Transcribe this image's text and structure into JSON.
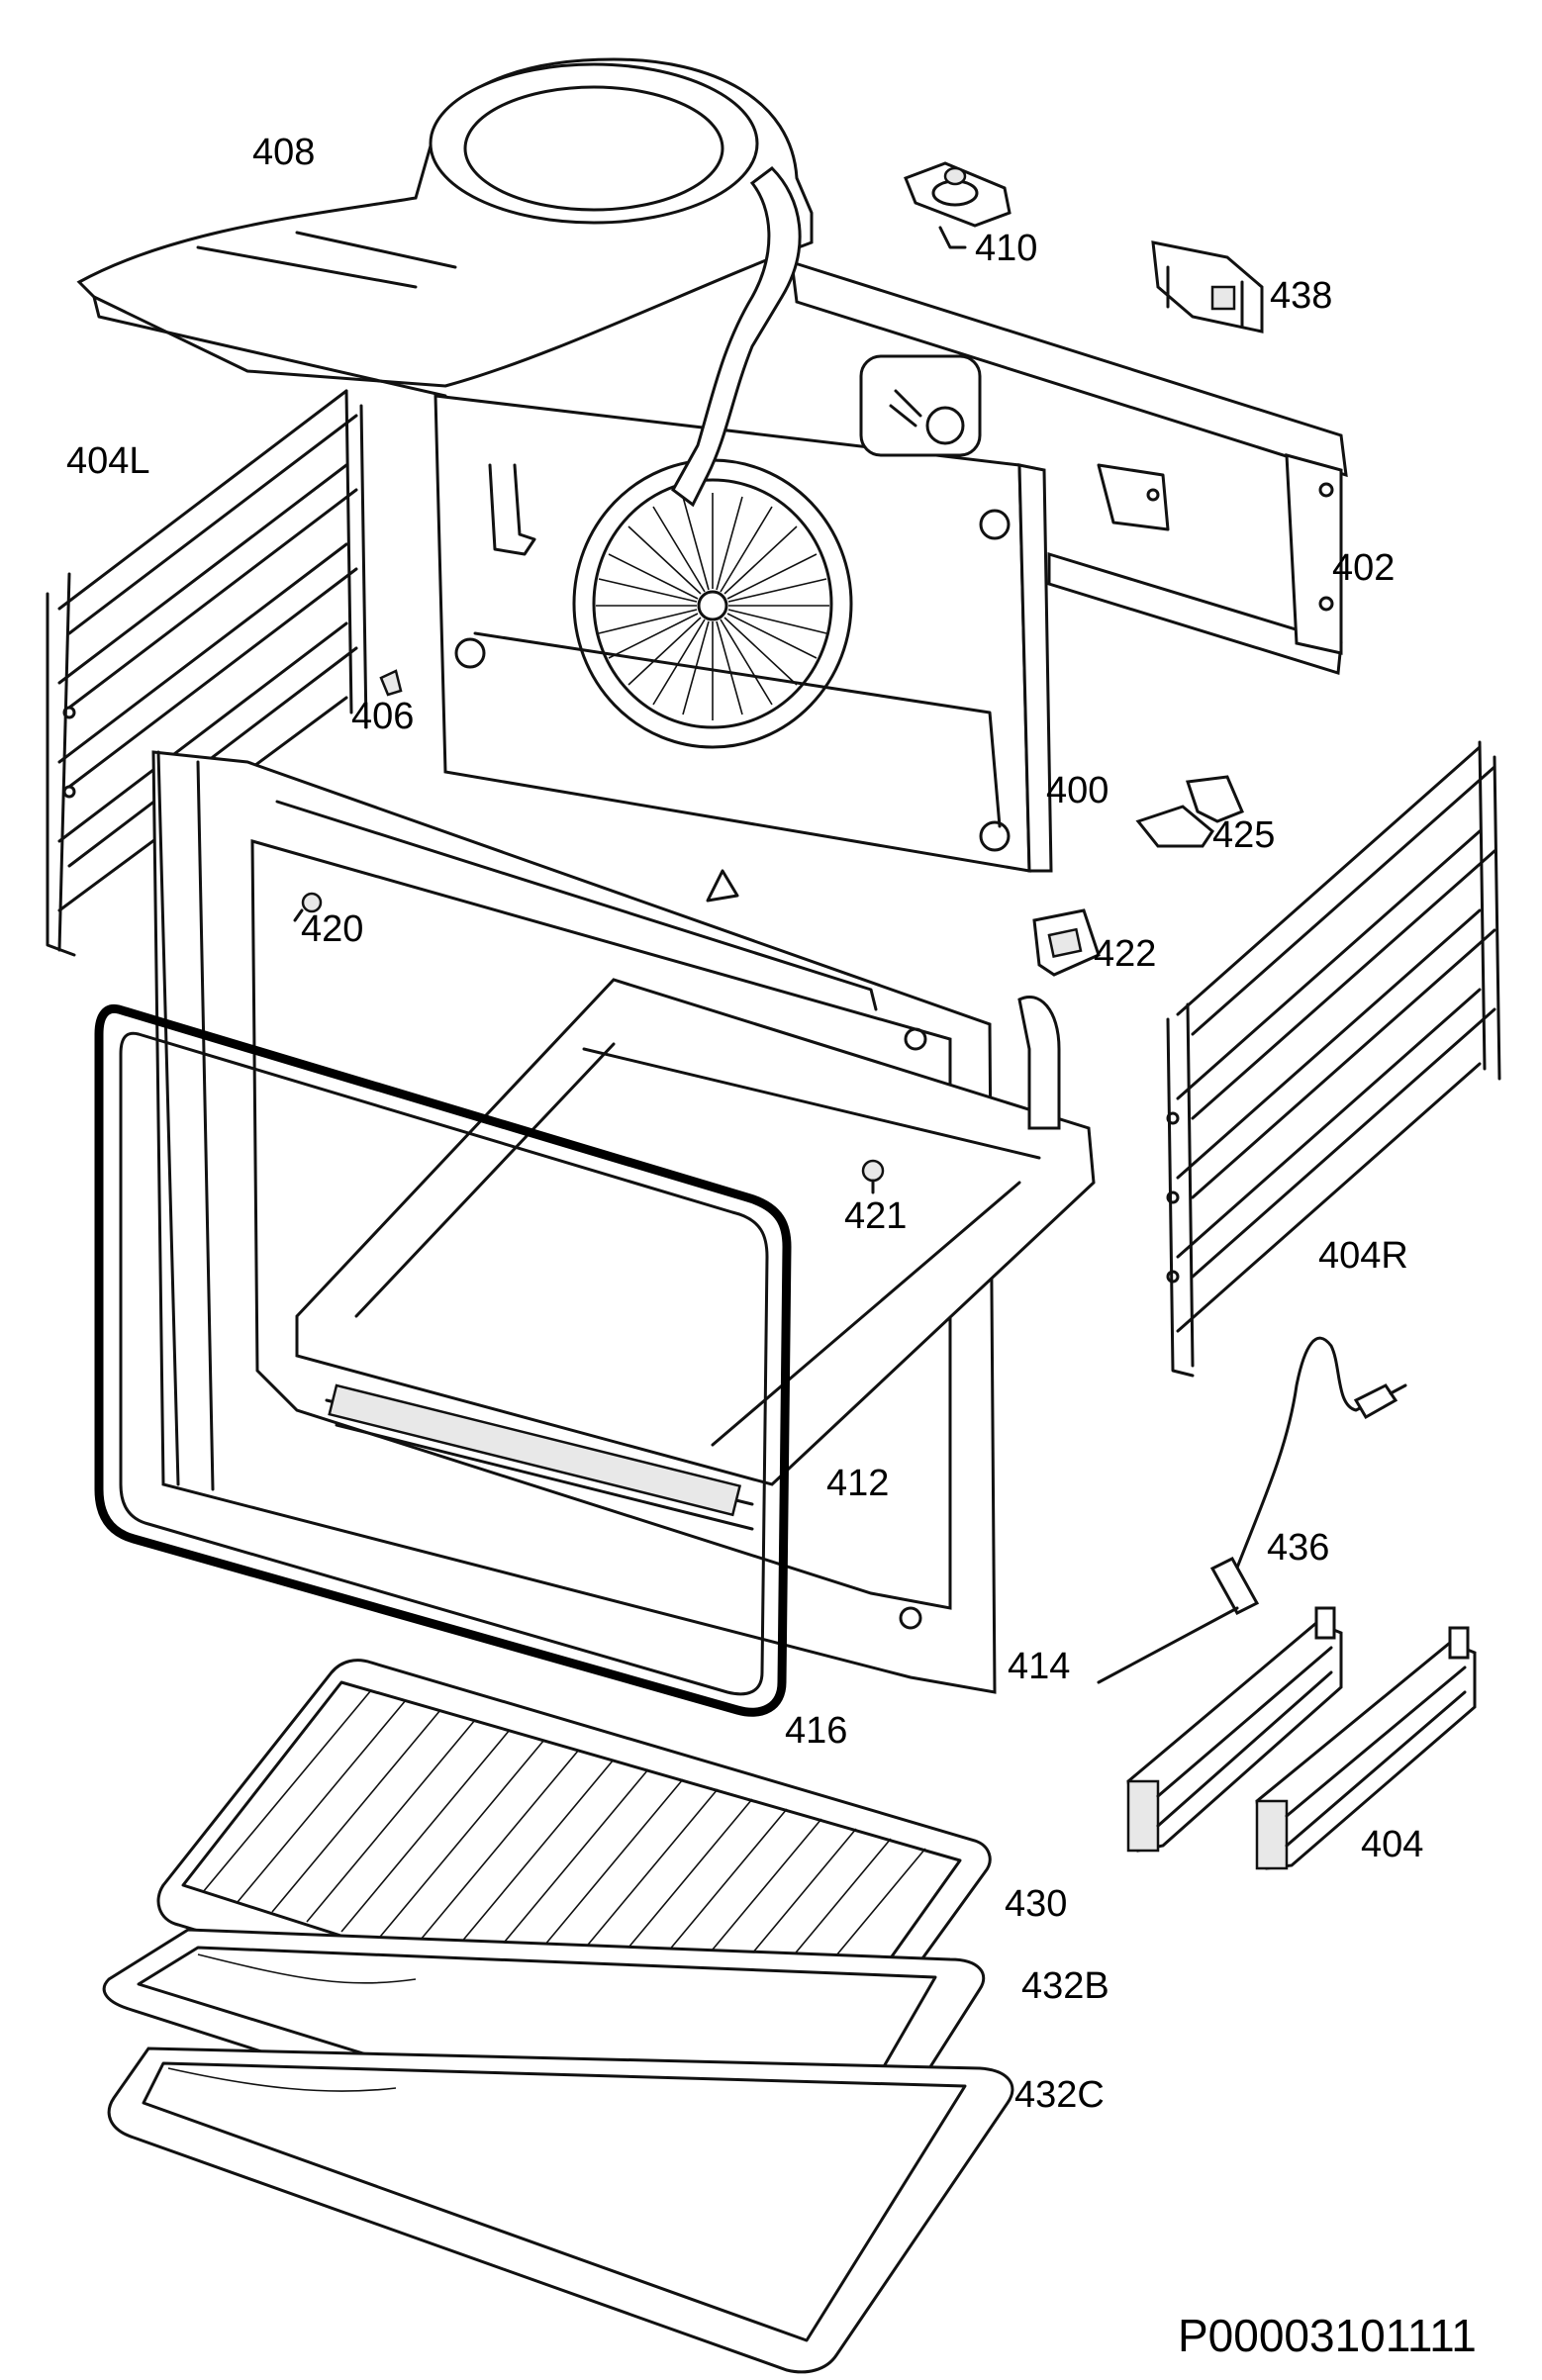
{
  "diagram": {
    "labels": [
      {
        "id": "p408",
        "text": "408"
      },
      {
        "id": "p410",
        "text": "410"
      },
      {
        "id": "p438",
        "text": "438"
      },
      {
        "id": "p404L",
        "text": "404L"
      },
      {
        "id": "p402",
        "text": "402"
      },
      {
        "id": "p406",
        "text": "406"
      },
      {
        "id": "p400",
        "text": "400"
      },
      {
        "id": "p425",
        "text": "425"
      },
      {
        "id": "p420",
        "text": "420"
      },
      {
        "id": "p422",
        "text": "422"
      },
      {
        "id": "p421",
        "text": "421"
      },
      {
        "id": "p404R",
        "text": "404R"
      },
      {
        "id": "p412",
        "text": "412"
      },
      {
        "id": "p436",
        "text": "436"
      },
      {
        "id": "p414",
        "text": "414"
      },
      {
        "id": "p416",
        "text": "416"
      },
      {
        "id": "p404",
        "text": "404"
      },
      {
        "id": "p430",
        "text": "430"
      },
      {
        "id": "p432B",
        "text": "432B"
      },
      {
        "id": "p432C",
        "text": "432C"
      }
    ],
    "drawing_code": "P00003101111"
  }
}
